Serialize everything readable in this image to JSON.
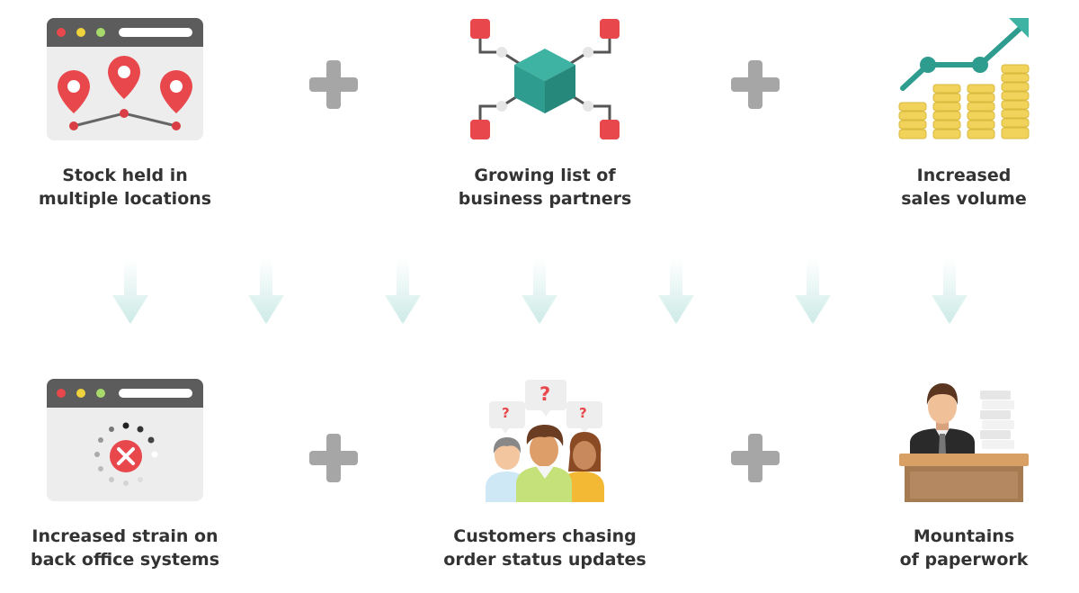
{
  "top_row": [
    {
      "line1": "Stock held in",
      "line2": "multiple locations",
      "icon": "map-pins-browser-icon"
    },
    {
      "line1": "Growing list of",
      "line2": "business partners",
      "icon": "network-cube-icon"
    },
    {
      "line1": "Increased",
      "line2": "sales volume",
      "icon": "coins-growth-chart-icon"
    }
  ],
  "bottom_row": [
    {
      "line1": "Increased strain on",
      "line2": "back office systems",
      "icon": "loading-error-browser-icon"
    },
    {
      "line1": "Customers chasing",
      "line2": "order status updates",
      "icon": "questioning-customers-icon"
    },
    {
      "line1": "Mountains",
      "line2": "of paperwork",
      "icon": "clerk-with-papers-icon"
    }
  ],
  "question_marks": [
    "?",
    "?",
    "?"
  ],
  "colors": {
    "text": "#333333",
    "plus": "#a6a6a6",
    "arrow": "#d7f0ee",
    "pin": "#e8474c",
    "teal": "#2e9c8e",
    "coin": "#f1d35c"
  }
}
